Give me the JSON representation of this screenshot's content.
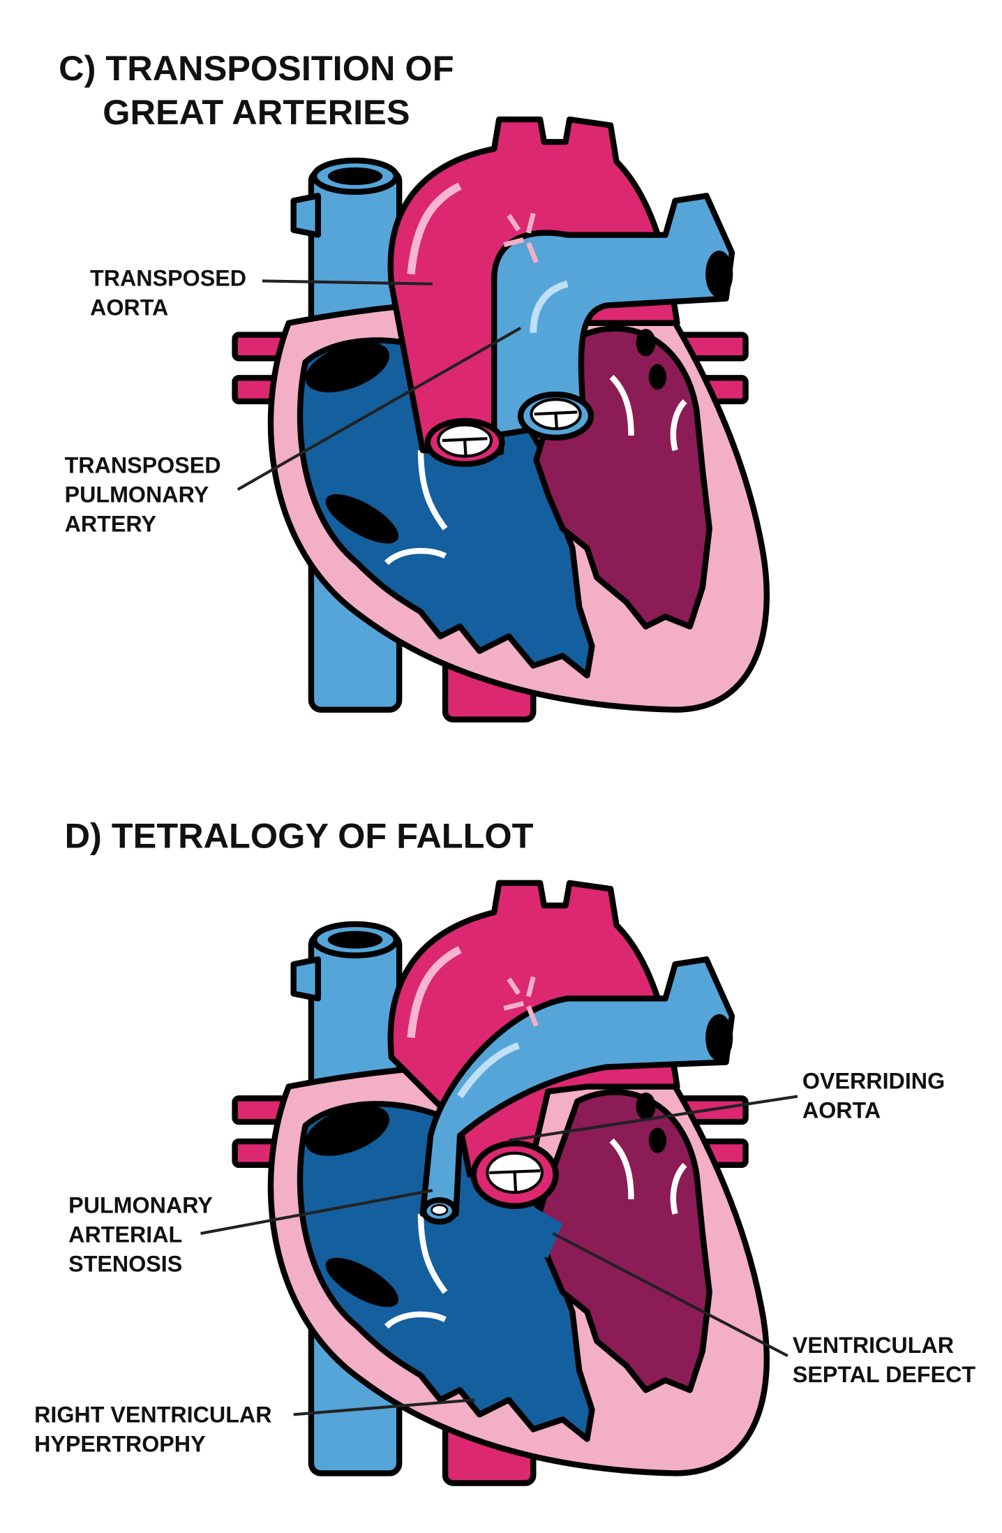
{
  "panel_c": {
    "title_line1": "C) TRANSPOSITION OF",
    "title_line2": "GREAT ARTERIES",
    "labels": {
      "transposed_aorta": [
        "TRANSPOSED",
        "AORTA"
      ],
      "transposed_pulmonary_artery": [
        "TRANSPOSED",
        "PULMONARY",
        "ARTERY"
      ]
    }
  },
  "panel_d": {
    "title": "D) TETRALOGY OF FALLOT",
    "labels": {
      "overriding_aorta": [
        "OVERRIDING",
        "AORTA"
      ],
      "pulmonary_arterial_stenosis": [
        "PULMONARY",
        "ARTERIAL",
        "STENOSIS"
      ],
      "ventricular_septal_defect": [
        "VENTRICULAR",
        "SEPTAL DEFECT"
      ],
      "right_ventricular_hypertrophy": [
        "RIGHT VENTRICULAR",
        "HYPERTROPHY"
      ]
    }
  },
  "colors": {
    "oxygenated": "#dc2870",
    "deoxygenated_light": "#55a5d9",
    "deoxygenated_dark": "#145f9e",
    "left_ventricle": "#8b1c55",
    "myocardium": "#f3afc6"
  }
}
